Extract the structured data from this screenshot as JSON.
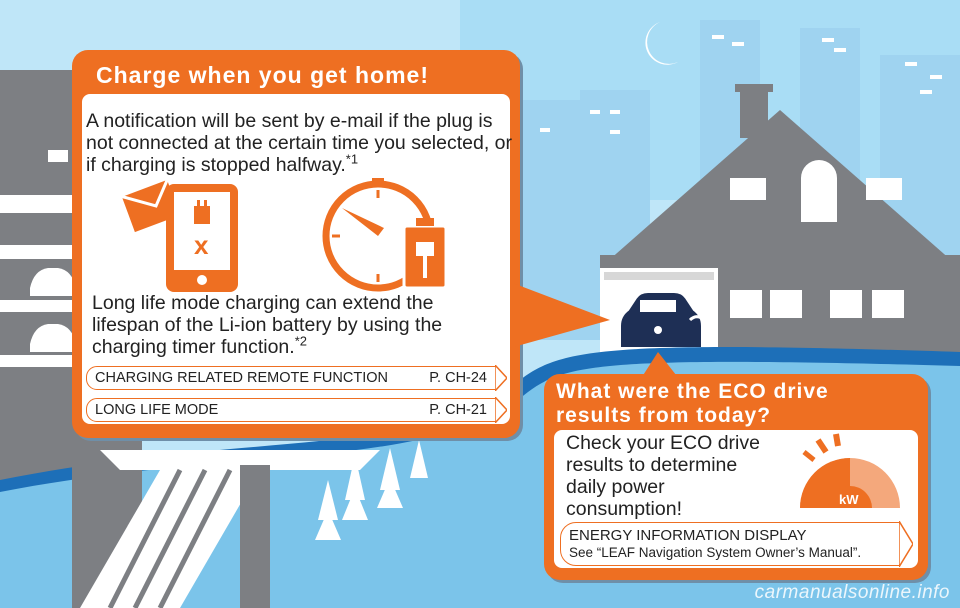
{
  "charge_panel": {
    "title": "Charge when you get home!",
    "notification_text": "A notification  will be sent by e-mail if the plug is not connected at the certain time you selected, or if charging is stopped halfway.",
    "notification_note": "*1",
    "long_life_text": "Long life mode charging  can extend the lifespan of the Li-ion battery by using the charging timer function.",
    "long_life_note": "*2",
    "refs": [
      {
        "label": "CHARGING RELATED REMOTE FUNCTION",
        "page": "P. CH-24"
      },
      {
        "label": "LONG LIFE MODE",
        "page": "P. CH-21"
      }
    ]
  },
  "eco_panel": {
    "title_line1": "What were the ECO drive",
    "title_line2": "results from today?",
    "body_line1": "Check your ECO drive",
    "body_line2": "results to determine",
    "body_line3": "daily power",
    "body_line4": "consumption!",
    "gauge_label": "kW",
    "ref_title": "ENERGY INFORMATION DISPLAY",
    "ref_subtitle": "See “LEAF Navigation System Owner’s Manual”."
  },
  "icons": {
    "email": "envelope-icon",
    "phone": "phone-plug-icon",
    "timer": "timer-icon",
    "battery": "battery-icon",
    "gauge": "power-gauge-icon"
  },
  "colors": {
    "accent": "#ee6f22",
    "sky": "#bfe6f8",
    "road": "#1d6fb8",
    "building": "#7d7f83"
  },
  "footer": "carmanualsonline.info"
}
